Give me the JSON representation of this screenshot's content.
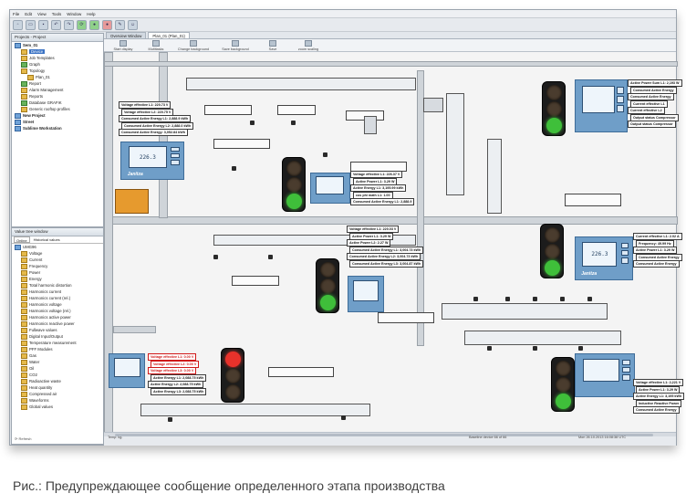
{
  "window": {
    "menu": [
      "File",
      "Edit",
      "View",
      "Tools",
      "Window",
      "Help"
    ]
  },
  "projects_panel": {
    "title": "Projects - Project",
    "items": [
      {
        "label": "Sem_01",
        "level": 0
      },
      {
        "label": "Device",
        "level": 1
      },
      {
        "label": "Job Templates",
        "level": 1
      },
      {
        "label": "Graph",
        "level": 1
      },
      {
        "label": "Topology",
        "level": 1
      },
      {
        "label": "Plan_01",
        "level": 2
      },
      {
        "label": "Report",
        "level": 1
      },
      {
        "label": "Alarm Management",
        "level": 1
      },
      {
        "label": "Reports",
        "level": 1
      },
      {
        "label": "Database GRAFIK",
        "level": 1
      },
      {
        "label": "Generic rooftop profiles",
        "level": 1
      },
      {
        "label": "New Project",
        "level": 0
      },
      {
        "label": "Street",
        "level": 0
      },
      {
        "label": "Sublime Workstation",
        "level": 0
      }
    ]
  },
  "values_panel": {
    "title": "Value tree window",
    "tabs": [
      "Online",
      "Historical values"
    ],
    "items": [
      "UMG96",
      "Voltage",
      "Current",
      "Frequency",
      "Power",
      "Energy",
      "Total harmonic distortion",
      "Harmonics current",
      "Harmonics current (rel.)",
      "Harmonics voltage",
      "Harmonics voltage (rel.)",
      "Harmonics active power",
      "Harmonics reactive power",
      "Fullwave values",
      "Digital Input/Output",
      "Temperature measurement",
      "PFF Modules",
      "Gas",
      "Water",
      "Oil",
      "CO2",
      "Radioactive waste",
      "Heat quantity",
      "Compressed air",
      "Waveforms",
      "Global values"
    ],
    "footer": "Refresh"
  },
  "view_tabs": [
    "Overview Window",
    "Plan_01 (Plan_01)"
  ],
  "subtools": [
    "Start display",
    "Multitasks",
    "Change background",
    "Save background",
    "Save",
    "zoom scaling"
  ],
  "labels": {
    "a": [
      "Voltage effective L1: 220.73 V",
      "Voltage effective L2: 220.75 V",
      "Consumed Active Energy L1: 2,888.9 kWh",
      "Consumed Active Energy L2: 2,888.0 kWh",
      "Consumed Active Energy: 3,052.84 kWh"
    ],
    "b": [
      "Voltage effective L1: 226.37 V",
      "Active Power L1: 3.29 W",
      "Active Energy L1: 3,195.99 kWh",
      "cos phi math L1: 1.00",
      "Consumed Active Energy L1: 2,888.9"
    ],
    "c": [
      "Active Power Sum L1: 2,193 W",
      "Consumed Active Energy",
      "Consumed Active Energy",
      "Current effective L1",
      "Current effective L2",
      "Output status Compressor",
      "Output status Compressor"
    ],
    "d": [
      "Voltage effective L1: 220.03 V",
      "Active Power L1: 3.29 W",
      "Active Power L2: 2.27 W",
      "Consumed Active Energy L1: 3,004.73 kWh",
      "Consumed Active Energy L2: 3,004.73 kWh",
      "Consumed Active Energy L3: 3,004.87 kWh"
    ],
    "e": [
      "Current effective L1: 2.02 A",
      "Frequency: 49.99 Hz",
      "Active Power L1: 3.29 W",
      "Consumed Active Energy",
      "Consumed Active Energy"
    ],
    "f": [
      "Voltage effective L1: 0.00 V",
      "Voltage effective L2: 0.00 V",
      "Voltage effective L3: 0.00 V",
      "Active Energy L1: 2,088.75 kWh",
      "Active Energy L2: 2,088.75 kWh",
      "Active Energy L3: 2,088.75 kWh"
    ],
    "g": [
      "Voltage effective L1: 2,221 V",
      "Active Power L1: 3.29 W",
      "Active Energy L1: 3,195 kWh",
      "Inductive Reactive Power",
      "Consumed Active Energy"
    ]
  },
  "device": {
    "screen_value": "226.3",
    "brand": "Janitza"
  },
  "lights": [
    {
      "state": "green"
    },
    {
      "state": "green"
    },
    {
      "state": "green"
    },
    {
      "state": "green"
    },
    {
      "state": "red"
    },
    {
      "state": "green"
    }
  ],
  "colors": {
    "red_on": "#e8322b",
    "green_on": "#3fbf3a",
    "dim": "#4a3c2e",
    "alert_text": "#d01818"
  },
  "statusbar": {
    "left": "Temp: kg.",
    "mid": "Baseline device 66 of 66",
    "right": "Mon 26.10.2013 16:08:38 UTC"
  },
  "caption": "Рис.: Предупреждающее сообщение определенного этапа производства"
}
